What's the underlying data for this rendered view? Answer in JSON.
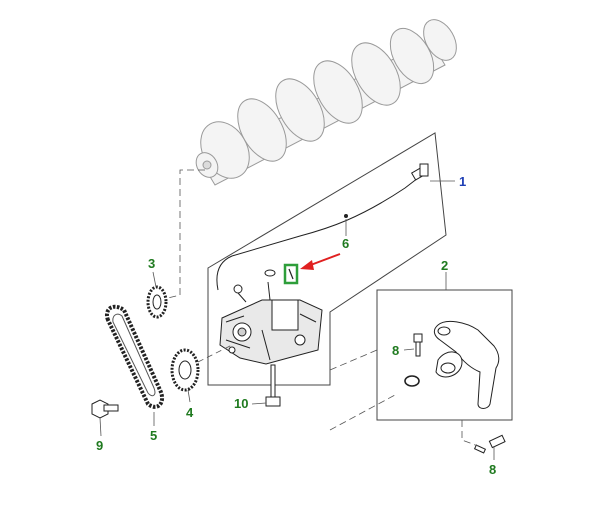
{
  "diagram": {
    "colors": {
      "callout_green": "#1f7a1f",
      "callout_blue": "#1e3fb5",
      "arrow_red": "#e02020",
      "highlight_green": "#2e9e3a"
    },
    "callouts": {
      "c1": "1",
      "c2": "2",
      "c3": "3",
      "c4": "4",
      "c5": "5",
      "c6": "6",
      "c8a": "8",
      "c8b": "8",
      "c9": "9",
      "c10": "10"
    }
  }
}
